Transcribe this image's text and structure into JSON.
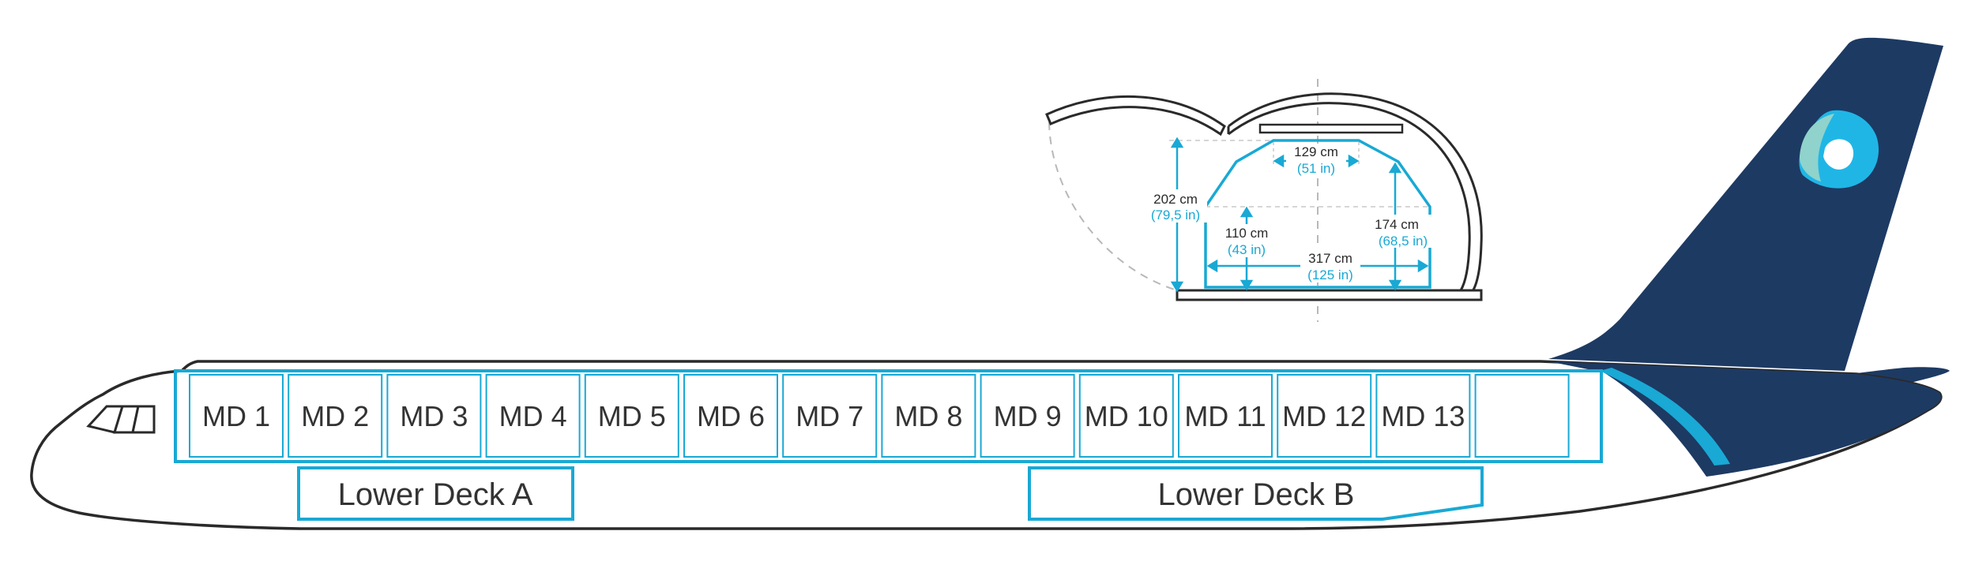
{
  "colors": {
    "accent": "#19a9d4",
    "tail": "#1d3a63",
    "outline": "#2a2a2a",
    "logo_light": "#8fd3cc",
    "logo_blue": "#1fb6e6",
    "dashed": "#b8b8b8"
  },
  "main_deck_positions": [
    "MD 1",
    "MD 2",
    "MD 3",
    "MD 4",
    "MD 5",
    "MD 6",
    "MD 7",
    "MD 8",
    "MD 9",
    "MD 10",
    "MD 11",
    "MD 12",
    "MD 13",
    ""
  ],
  "lower_decks": {
    "a_label": "Lower Deck A",
    "b_label": "Lower Deck B"
  },
  "cross_section": {
    "height_cm": "202 cm",
    "height_in": "(79,5 in)",
    "top_width_cm": "129 cm",
    "top_width_in": "(51 in)",
    "side_height_cm": "110 cm",
    "side_height_in": "(43 in)",
    "width_cm": "317 cm",
    "width_in": "(125 in)",
    "wall_height_cm": "174 cm",
    "wall_height_in": "(68,5 in)"
  },
  "icons": [
    "airline-logo-icon"
  ]
}
